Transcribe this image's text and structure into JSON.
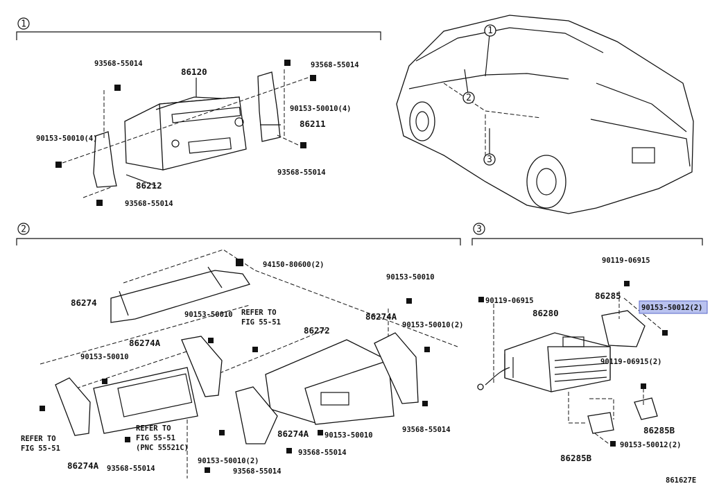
{
  "sections": [
    {
      "number": "1"
    },
    {
      "number": "2"
    },
    {
      "number": "3"
    }
  ],
  "vehicle_callouts": [
    "1",
    "2",
    "3"
  ],
  "section1": {
    "labels": {
      "bolt_top_left": "93568-55014",
      "radio": "86120",
      "bolt_top_right": "93568-55014",
      "screw_right": "90153-50010(4)",
      "screw_left": "90153-50010(4)",
      "bracket_right": "86211",
      "bolt_right_lower": "93568-55014",
      "bracket_left": "86212",
      "bolt_bottom": "93568-55014"
    }
  },
  "section2": {
    "labels": {
      "nut_top": "94150-80600(2)",
      "bracket_main": "86274",
      "screw_a": "90153-50010",
      "refer_a_1": "REFER TO",
      "refer_a_2": "FIG 55-51",
      "bracket_a1": "86274A",
      "screw_b": "90153-50010",
      "unit": "86272",
      "bracket_a2": "86274A",
      "screw_top_right": "90153-50010",
      "screw_right_2": "90153-50010(2)",
      "refer_b_1": "REFER TO",
      "refer_b_2": "FIG 55-51",
      "refer_b_3": "(PNC 55521C)",
      "refer_c_1": "REFER TO",
      "refer_c_2": "FIG 55-51",
      "bracket_a3": "86274A",
      "bolt_bottom_left": "93568-55014",
      "bracket_a4": "86274A",
      "screw_bottom": "90153-50010",
      "bolt_right": "93568-55014",
      "bolt_center": "93568-55014",
      "screw_bottom_2": "90153-50010(2)",
      "bolt_bottom": "93568-55014"
    }
  },
  "section3": {
    "labels": {
      "screw_top": "90119-06915",
      "screw_left": "90119-06915",
      "bracket": "86285",
      "screw_highlight": "90153-50012(2)",
      "amp": "86280",
      "screw_right": "90119-06915(2)",
      "bracket_b_right": "86285B",
      "bracket_b_left": "86285B",
      "screw_bottom": "90153-50012(2)"
    },
    "highlight_color": "#b9c2ef"
  },
  "diagram_code": "861627E"
}
